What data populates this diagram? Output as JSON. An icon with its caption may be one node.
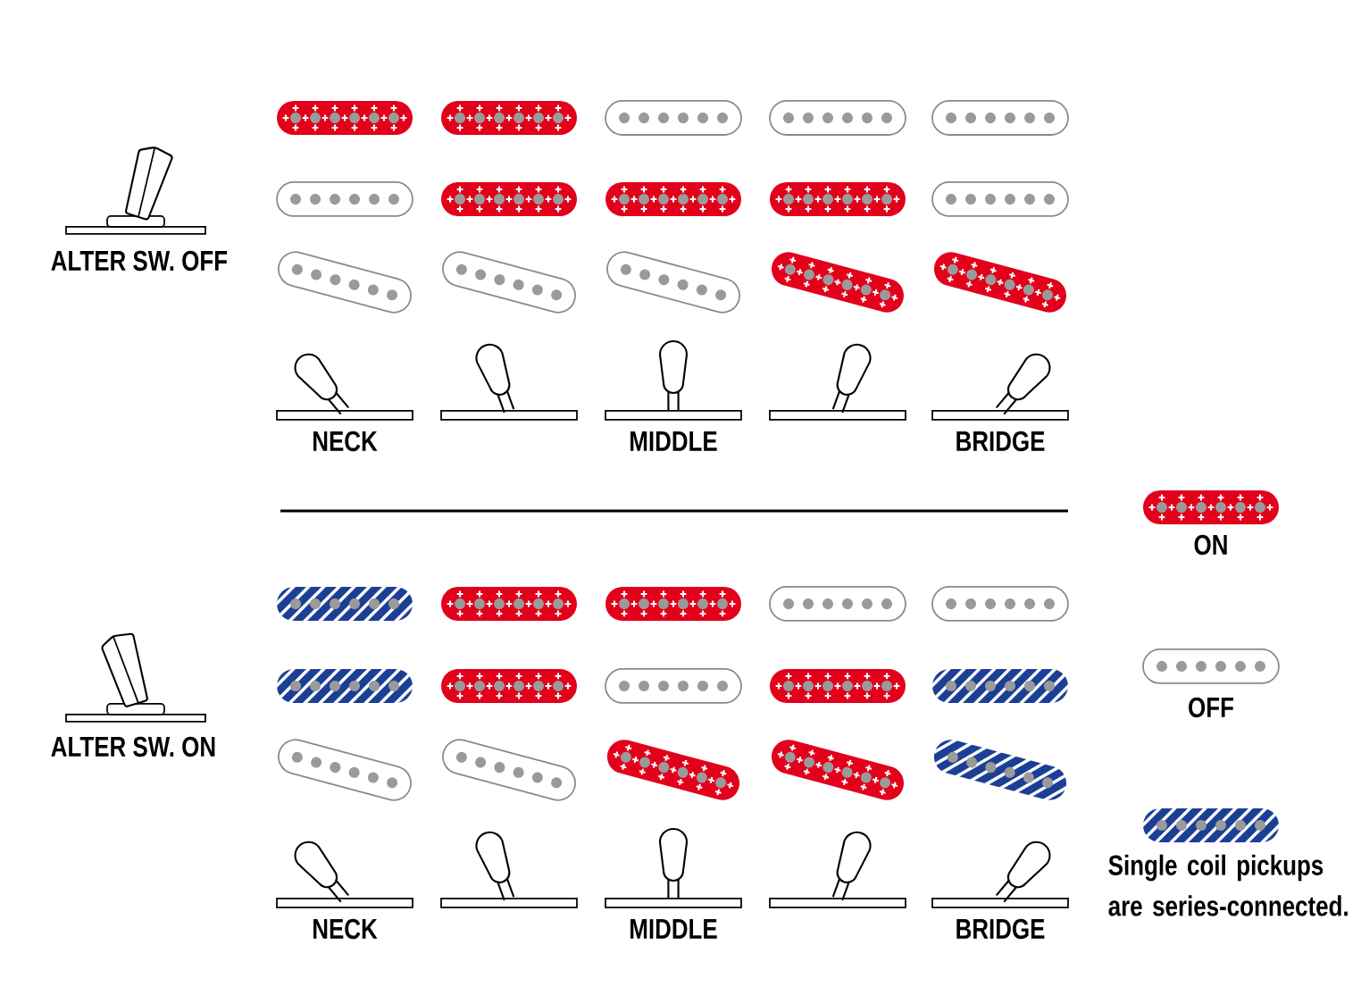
{
  "diagram": {
    "labels": [
      "ALTER SW. OFF",
      "NECK",
      "MIDDLE",
      "BRIDGE",
      "ALTER SW. ON",
      "NECK",
      "MIDDLE",
      "BRIDGE"
    ],
    "legend": [
      {
        "text": "ON"
      },
      {
        "text": "OFF"
      },
      {
        "text": "Single coil pickups are series-connected."
      }
    ]
  }
}
